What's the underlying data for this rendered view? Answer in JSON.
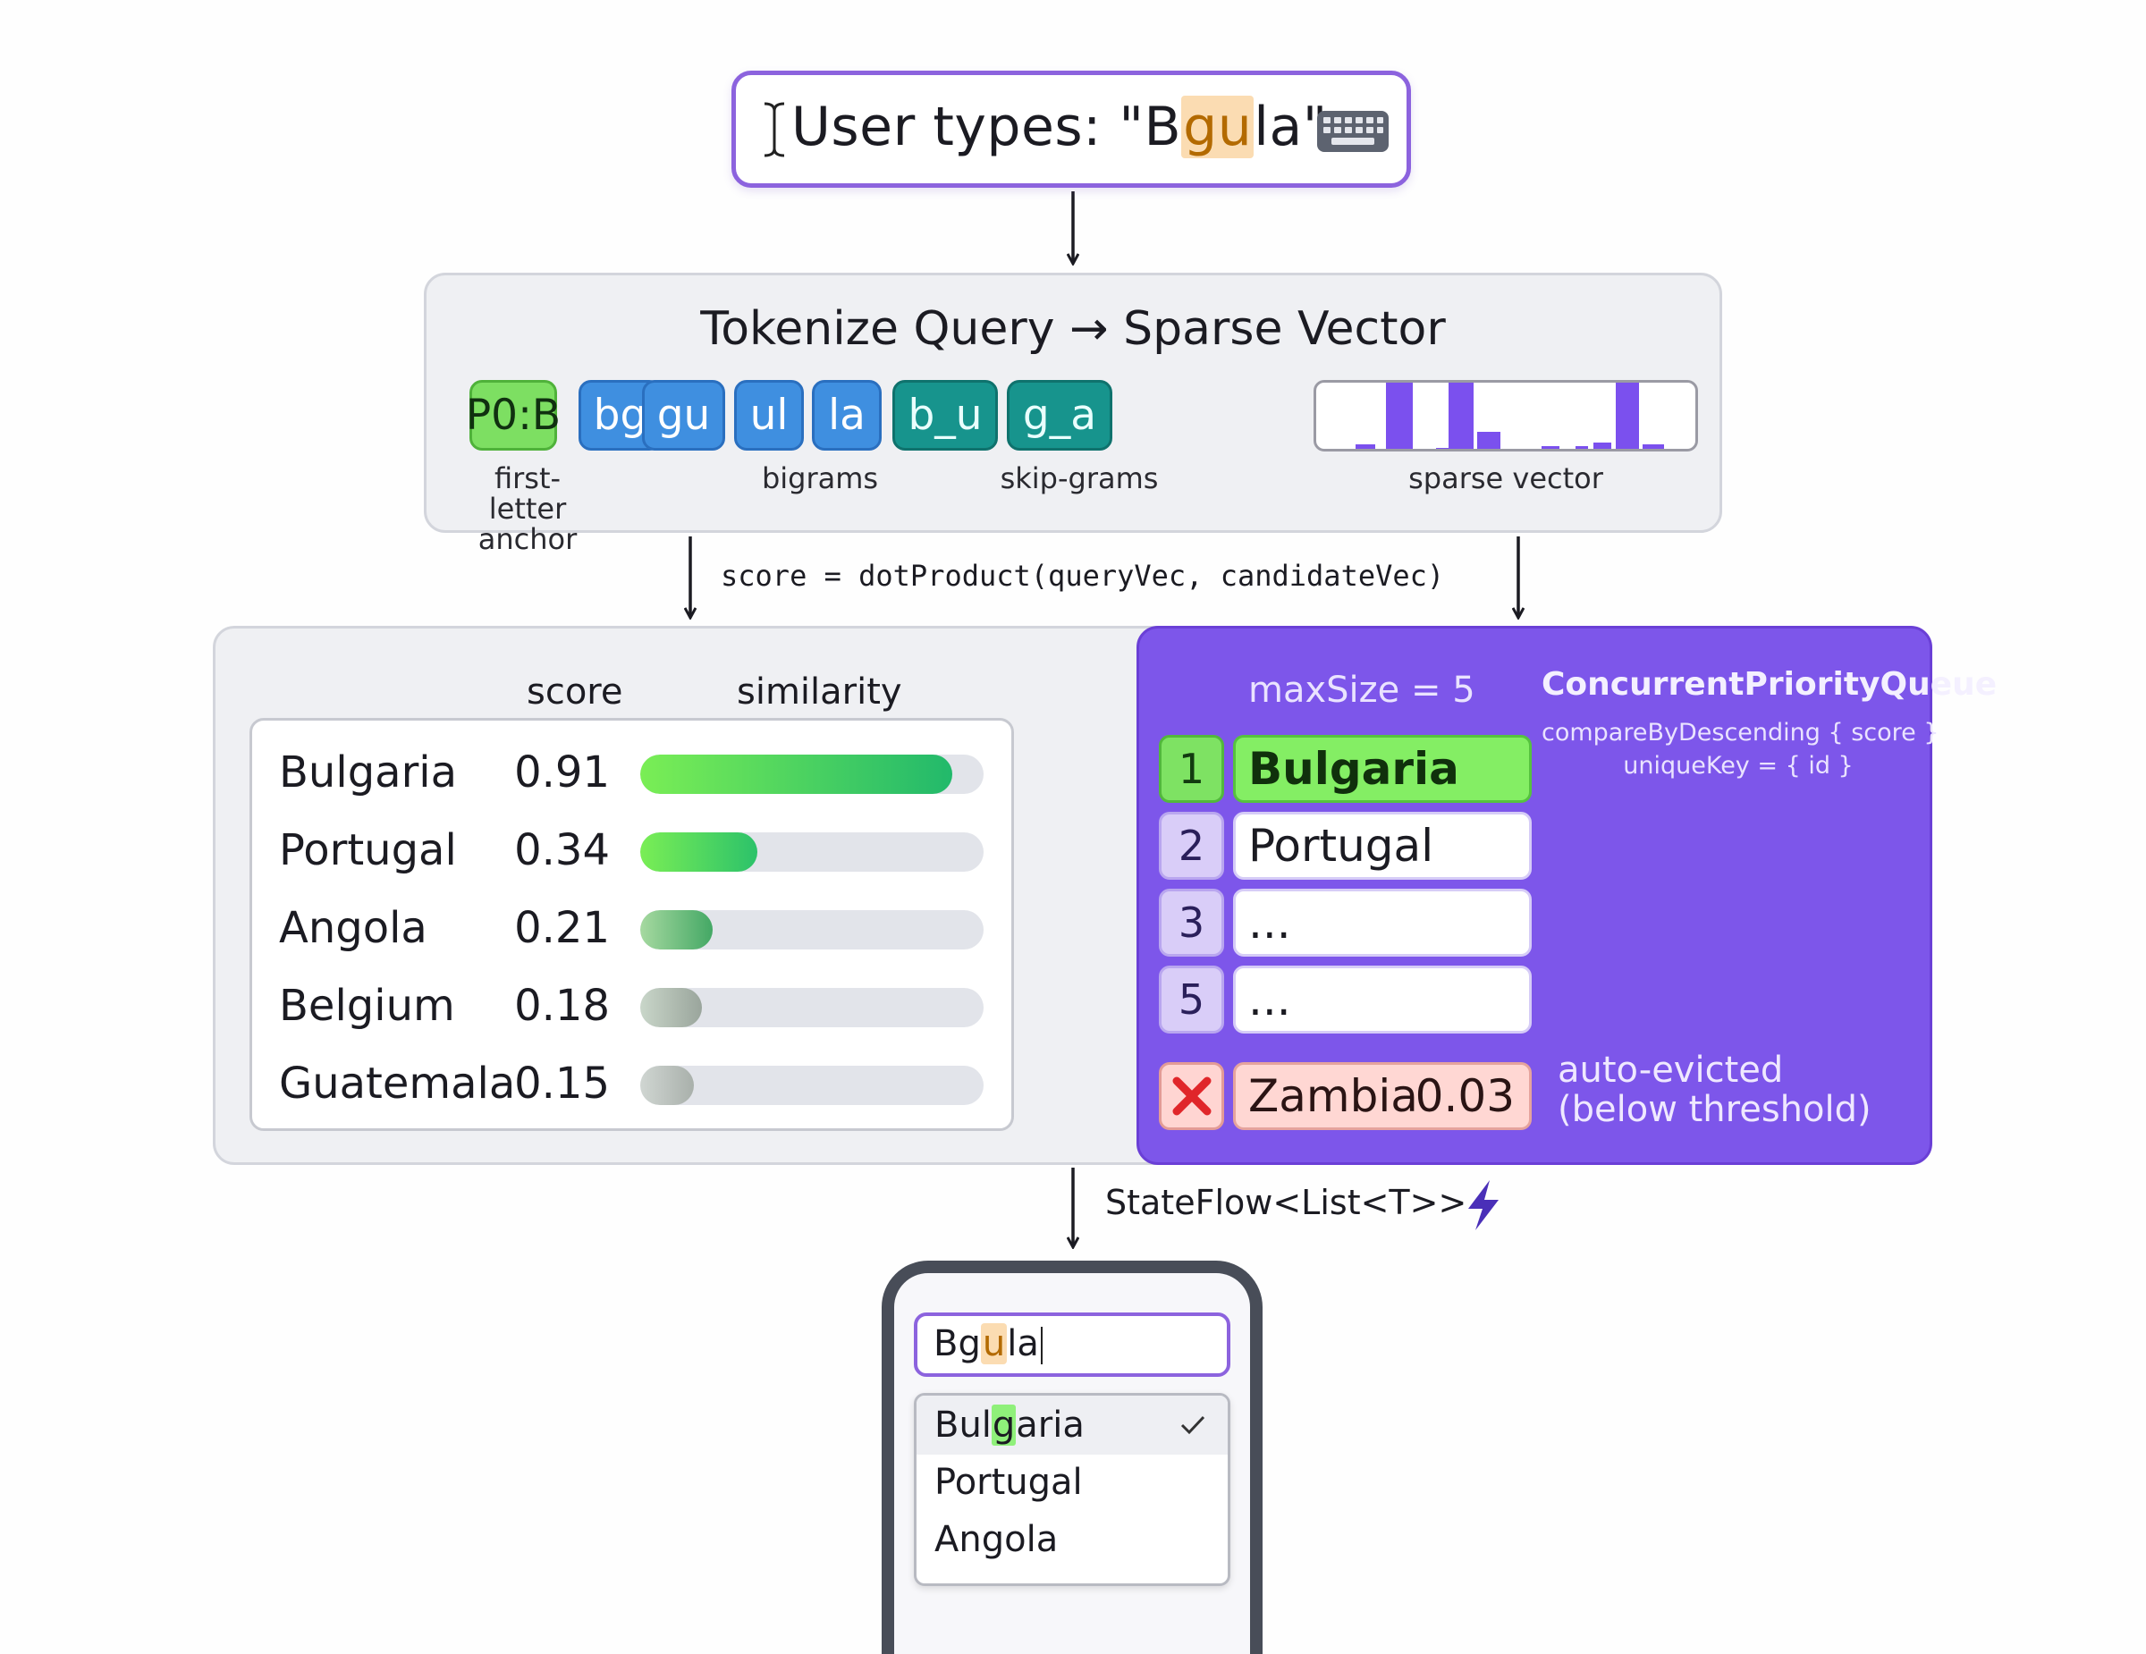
{
  "input": {
    "prefix": "User types: \"B",
    "highlight": "gu",
    "suffix": "la\""
  },
  "tokenize": {
    "title": "Tokenize Query → Sparse Vector",
    "tokens": [
      {
        "label": "P0:B",
        "kind": "anchor"
      },
      {
        "label": "bg",
        "kind": "bigram"
      },
      {
        "label": "gu",
        "kind": "bigram"
      },
      {
        "label": "ul",
        "kind": "bigram"
      },
      {
        "label": "la",
        "kind": "bigram"
      },
      {
        "label": "b_u",
        "kind": "skip"
      },
      {
        "label": "g_a",
        "kind": "skip"
      }
    ],
    "captions": {
      "anchor_line1": "first-letter",
      "anchor_line2": "anchor",
      "bigrams": "bigrams",
      "skipgrams": "skip-grams",
      "sparse": "sparse vector"
    },
    "sparse_vector_levels": [
      0.07,
      1.0,
      0.02,
      1.0,
      0.25,
      0.04,
      0.04,
      0.1,
      1.0,
      0.07
    ]
  },
  "formula": "score = dotProduct(queryVec, candidateVec)",
  "candidates": {
    "header_score": "score",
    "header_similarity": "similarity",
    "rows": [
      {
        "name": "Bulgaria",
        "score": "0.91",
        "value": 0.91
      },
      {
        "name": "Portugal",
        "score": "0.34",
        "value": 0.34
      },
      {
        "name": "Angola",
        "score": "0.21",
        "value": 0.21
      },
      {
        "name": "Belgium",
        "score": "0.18",
        "value": 0.18
      },
      {
        "name": "Guatemala",
        "score": "0.15",
        "value": 0.15
      }
    ]
  },
  "queue": {
    "max_size": "maxSize = 5",
    "title": "ConcurrentPriorityQueue",
    "compare": "compareByDescending { score }",
    "unique_key": "uniqueKey = { id }",
    "slots": [
      {
        "rank": "1",
        "label": "Bulgaria"
      },
      {
        "rank": "2",
        "label": "Portugal"
      },
      {
        "rank": "3",
        "label": "..."
      },
      {
        "rank": "5",
        "label": "..."
      }
    ],
    "evicted": {
      "name": "Zambia",
      "score": "0.03"
    },
    "evicted_note_line1": "auto-evicted",
    "evicted_note_line2": "(below threshold)"
  },
  "stateflow": "StateFlow<List<T>>",
  "phone": {
    "search_prefix": "Bg",
    "search_highlight": "u",
    "search_suffix": "la",
    "dropdown": [
      {
        "pre": "Bul",
        "hl": "g",
        "post": "aria",
        "selected": true
      },
      {
        "pre": "Portugal",
        "hl": "",
        "post": "",
        "selected": false
      },
      {
        "pre": "Angola",
        "hl": "",
        "post": "",
        "selected": false
      }
    ]
  },
  "colors": {
    "accent_purple": "#7d56ea",
    "input_border": "#8c63de",
    "green": "#7ddf62",
    "blue": "#3f8fe0",
    "teal": "#17948d",
    "evict_red": "#e0262a"
  }
}
